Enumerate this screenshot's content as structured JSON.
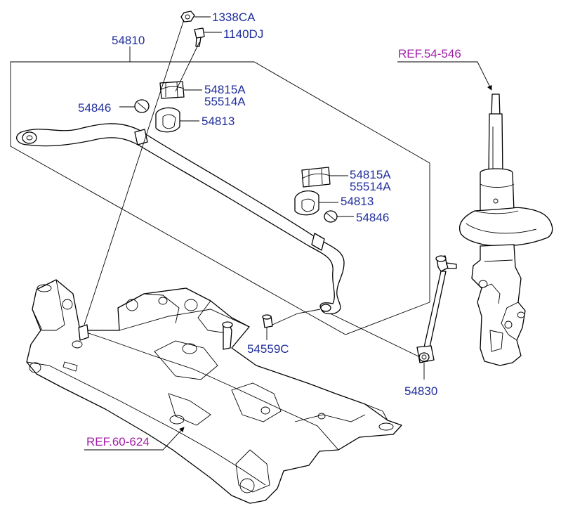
{
  "colors": {
    "part_label": "#1f2e9c",
    "reference_label": "#a11ea8",
    "line": "#000000",
    "background": "#ffffff"
  },
  "labels": {
    "p1338CA": "1338CA",
    "p1140DJ": "1140DJ",
    "p54810": "54810",
    "p54815A_1": "54815A",
    "p55514A_1": "55514A",
    "p54846_1": "54846",
    "p54813_1": "54813",
    "p54815A_2": "54815A",
    "p55514A_2": "55514A",
    "p54813_2": "54813",
    "p54846_2": "54846",
    "p54559C": "54559C",
    "p54830": "54830"
  },
  "refs": {
    "strut": "REF.54-546",
    "subframe": "REF.60-624"
  }
}
